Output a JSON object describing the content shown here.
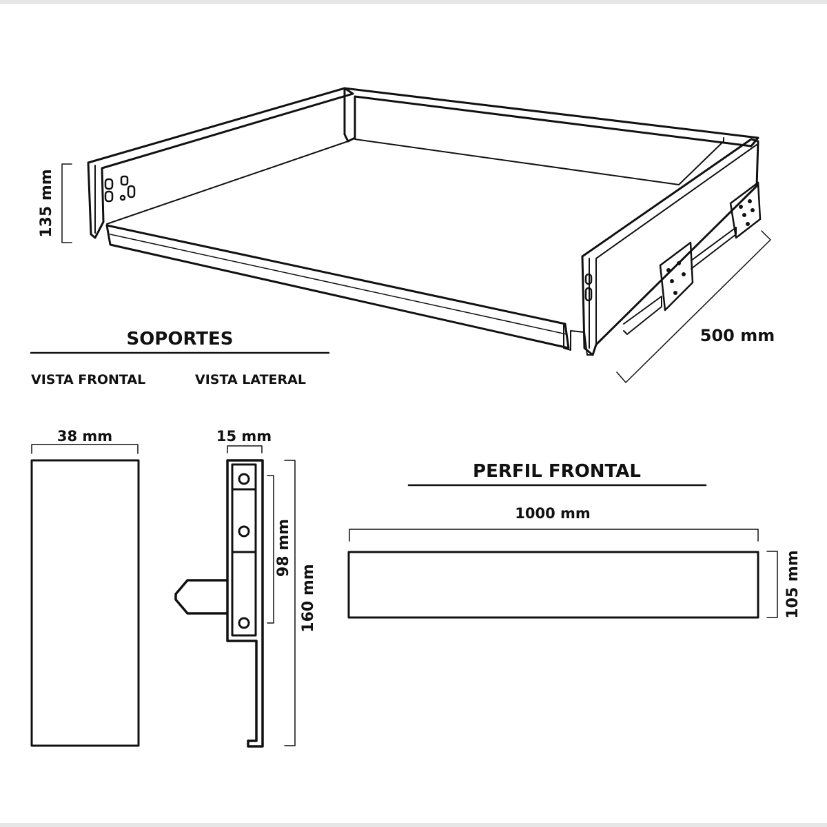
{
  "drawer": {
    "height_label": "135 mm",
    "depth_label": "500 mm"
  },
  "supports": {
    "title": "SOPORTES",
    "front_view_label": "VISTA FRONTAL",
    "side_view_label": "VISTA LATERAL",
    "front_width_label": "38 mm",
    "side_width_label": "15 mm",
    "hole_span_label": "98 mm",
    "side_height_label": "160 mm"
  },
  "front_profile": {
    "title": "PERFIL FRONTAL",
    "width_label": "1000 mm",
    "height_label": "105 mm"
  },
  "colors": {
    "line": "#111111",
    "background": "#ffffff",
    "band": "#e6e6e6"
  }
}
